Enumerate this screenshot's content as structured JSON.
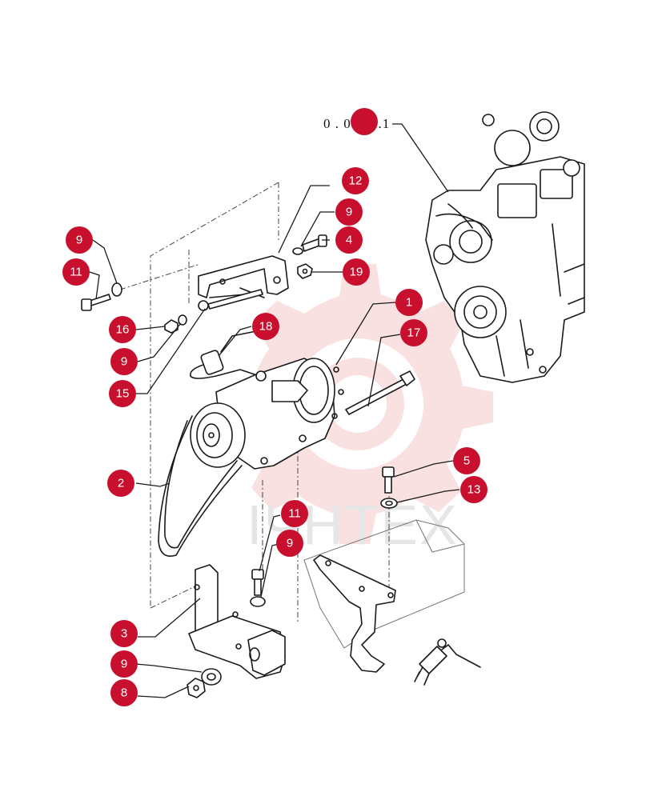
{
  "diagram": {
    "reference_label": "0 . 0.021.1",
    "watermark_text": "IЧHTEX",
    "callout_color": "#c8102e",
    "watermark_color": "#f6c9c9",
    "callouts": [
      {
        "id": "c-ref",
        "label": ""
      },
      {
        "id": "c-12",
        "label": "12"
      },
      {
        "id": "c-9a",
        "label": "9"
      },
      {
        "id": "c-4",
        "label": "4"
      },
      {
        "id": "c-19",
        "label": "19"
      },
      {
        "id": "c-9b",
        "label": "9"
      },
      {
        "id": "c-11a",
        "label": "11"
      },
      {
        "id": "c-16",
        "label": "16"
      },
      {
        "id": "c-9c",
        "label": "9"
      },
      {
        "id": "c-15",
        "label": "15"
      },
      {
        "id": "c-18",
        "label": "18"
      },
      {
        "id": "c-1",
        "label": "1"
      },
      {
        "id": "c-17",
        "label": "17"
      },
      {
        "id": "c-2",
        "label": "2"
      },
      {
        "id": "c-5",
        "label": "5"
      },
      {
        "id": "c-13",
        "label": "13"
      },
      {
        "id": "c-11b",
        "label": "11"
      },
      {
        "id": "c-9d",
        "label": "9"
      },
      {
        "id": "c-3",
        "label": "3"
      },
      {
        "id": "c-9e",
        "label": "9"
      },
      {
        "id": "c-8",
        "label": "8"
      }
    ]
  }
}
